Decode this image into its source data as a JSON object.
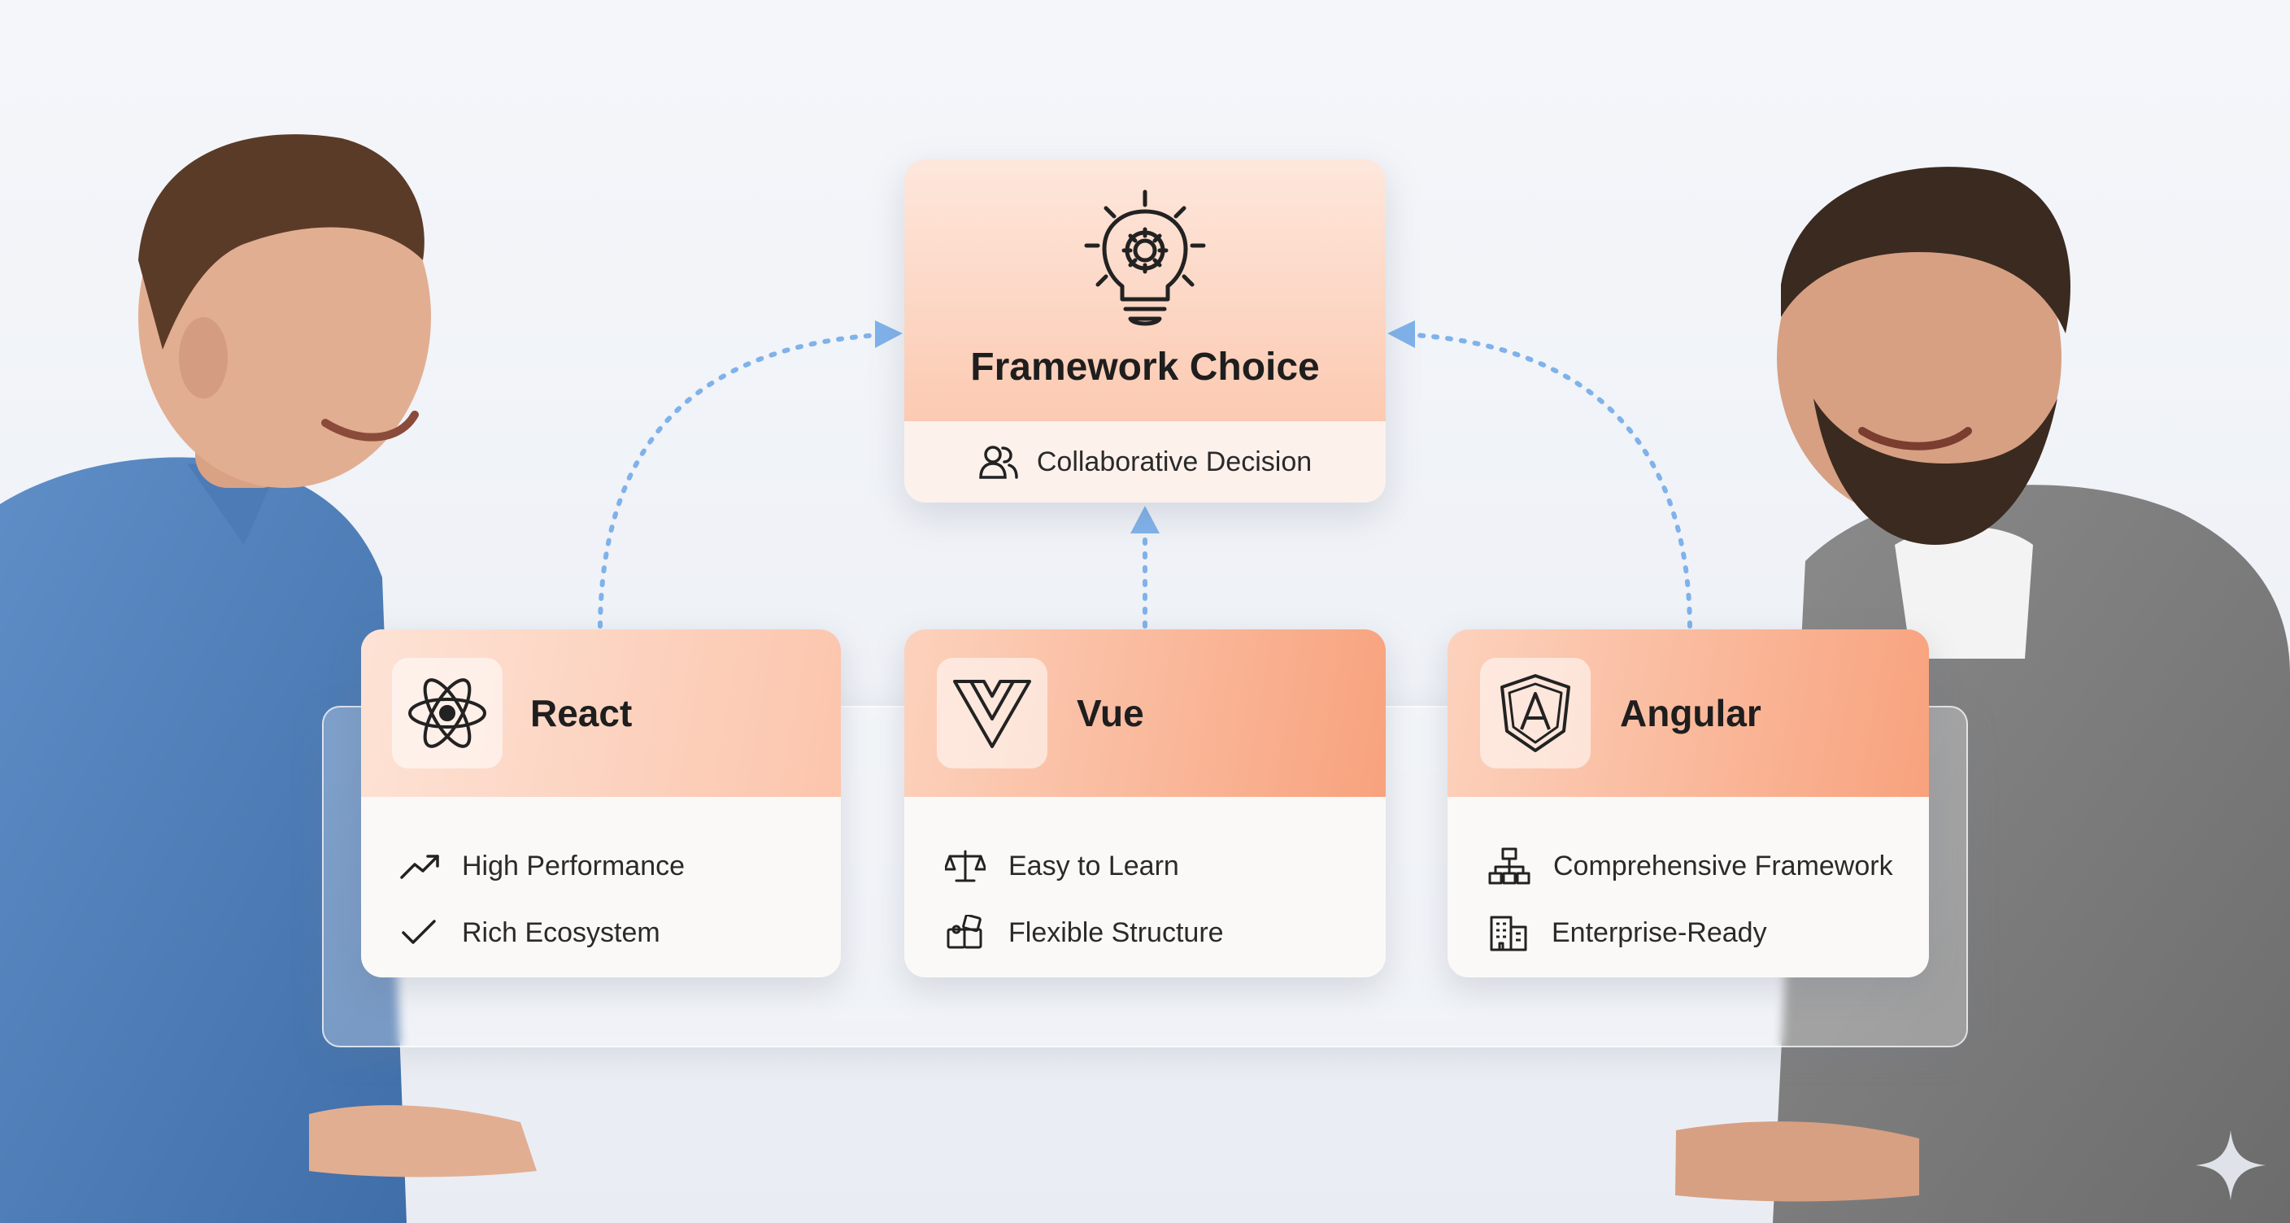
{
  "top_card": {
    "title": "Framework Choice",
    "subtitle": "Collaborative Decision",
    "icon": "lightbulb-gear-icon"
  },
  "cards": [
    {
      "title": "React",
      "icon": "react-atom-icon",
      "features": [
        {
          "label": "High Performance",
          "icon": "trending-up-icon"
        },
        {
          "label": "Rich Ecosystem",
          "icon": "checkmark-icon"
        }
      ]
    },
    {
      "title": "Vue",
      "icon": "vue-logo-icon",
      "features": [
        {
          "label": "Easy to Learn",
          "icon": "balance-scale-icon"
        },
        {
          "label": "Flexible Structure",
          "icon": "puzzle-blocks-icon"
        }
      ]
    },
    {
      "title": "Angular",
      "icon": "angular-shield-icon",
      "features": [
        {
          "label": "Comprehensive Framework",
          "icon": "hierarchy-icon"
        },
        {
          "label": "Enterprise-Ready",
          "icon": "building-icon"
        }
      ]
    }
  ],
  "colors": {
    "accent": "#f8a27d",
    "accent_light": "#fde3d6",
    "arrow": "#7fb2ea",
    "background": "#f1f4f8"
  }
}
